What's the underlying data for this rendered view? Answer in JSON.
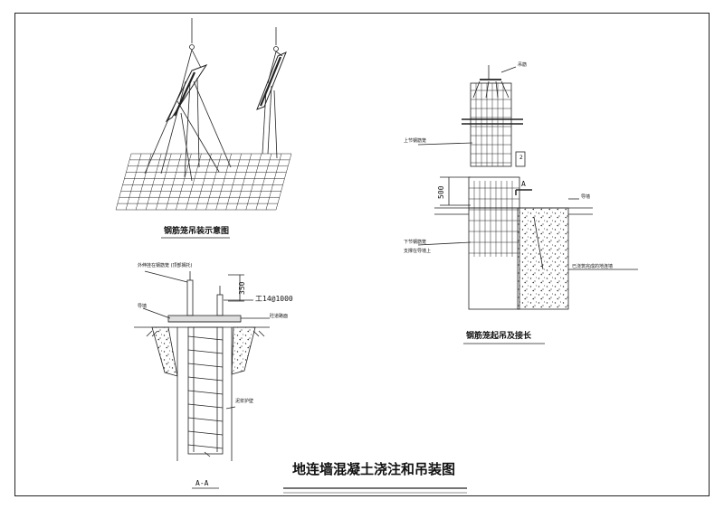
{
  "title": "地连墙混凝土浇注和吊装图",
  "views": {
    "hoisting": {
      "caption": "钢筋笼吊装示意图"
    },
    "section": {
      "caption": "A-A",
      "labels": {
        "support_note": "外伸挂在钢筋笼 (顶部搁托)",
        "dim_350": "350",
        "beam_spec": "工14@1000",
        "guide_wall": "导墙",
        "concrete_pad": "砼道路面",
        "slurry_wall": "泥浆护壁"
      }
    },
    "splice": {
      "caption": "钢筋笼起吊及接长",
      "labels": {
        "hanger": "吊筋",
        "upper_cage": "上节钢筋笼",
        "dim_small": "2",
        "dim_500": "500",
        "section_mark": "A",
        "guide_wall": "导墙",
        "lower_cage": "下节钢筋笼",
        "lower_support": "支撑在导墙上",
        "poured_panel": "已浇筑完成的地连墙"
      }
    }
  },
  "colors": {
    "line": "#222222",
    "paper": "#ffffff"
  }
}
